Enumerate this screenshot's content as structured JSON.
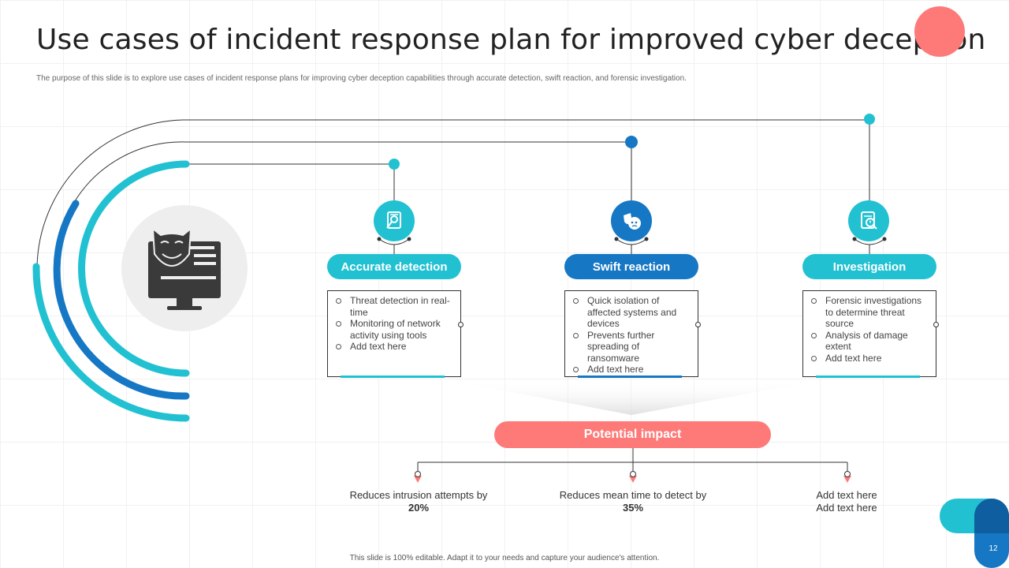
{
  "slide": {
    "title": "Use cases of incident response plan for improved cyber deception",
    "subtitle": "The purpose of this slide is to explore use cases of incident response plans for improving cyber deception capabilities through accurate detection, swift reaction, and forensic investigation.",
    "footer": "This slide is 100% editable. Adapt it to your needs and capture your audience's attention.",
    "page_number": "12"
  },
  "colors": {
    "teal": "#22c1d2",
    "blue": "#1677c4",
    "coral": "#fd7a78",
    "dark": "#333333"
  },
  "use_cases": [
    {
      "label": "Accurate detection",
      "icon": "detection-report-icon",
      "bullets": [
        "Threat detection in real-time",
        "Monitoring of network activity using tools",
        "Add text here"
      ]
    },
    {
      "label": "Swift reaction",
      "icon": "hacker-mask-icon",
      "bullets": [
        "Quick isolation of affected systems and devices",
        "Prevents further spreading of ransomware",
        "Add text here"
      ]
    },
    {
      "label": "Investigation",
      "icon": "forensic-document-icon",
      "bullets": [
        "Forensic investigations to determine threat source",
        "Analysis of damage extent",
        "Add text here"
      ]
    }
  ],
  "impact": {
    "label": "Potential impact",
    "outcomes": [
      {
        "text": "Reduces intrusion attempts by ",
        "value": "20%"
      },
      {
        "text": "Reduces mean time to detect by ",
        "value": "35%"
      },
      {
        "line1": "Add text here",
        "line2": "Add text here"
      }
    ]
  }
}
